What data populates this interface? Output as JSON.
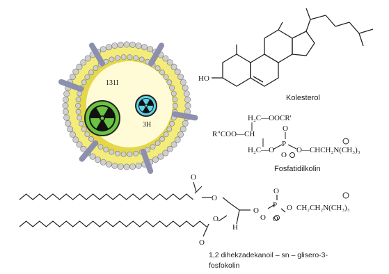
{
  "liposome": {
    "isotope_large": "131I",
    "isotope_small": "3H",
    "colors": {
      "shell": "#f2e86a",
      "core": "#fffbd0",
      "head": "#c9c9c9",
      "protein": "#8c8fae",
      "green": "#6ac342",
      "cyan": "#5fd2e4"
    }
  },
  "cholesterol": {
    "name": "Kolesterol",
    "ho": "HO"
  },
  "phosphatidylcholine": {
    "name": "Fosfatidilkolin",
    "row1": "H₂C—OOCR'",
    "row2_left": "R\"COO—CH",
    "row3": "H₂C—O",
    "p_group": "P",
    "tail": "O—CHCH₂N(CH₃)₃"
  },
  "dhpc": {
    "name_line1": "1,2 dihekzadekanoil – sn – glisero-3-",
    "name_line2": "fosfokolin",
    "tail": "CH₂CH₂N(CH₃)₃",
    "h": "H",
    "o": "O",
    "p": "P"
  }
}
